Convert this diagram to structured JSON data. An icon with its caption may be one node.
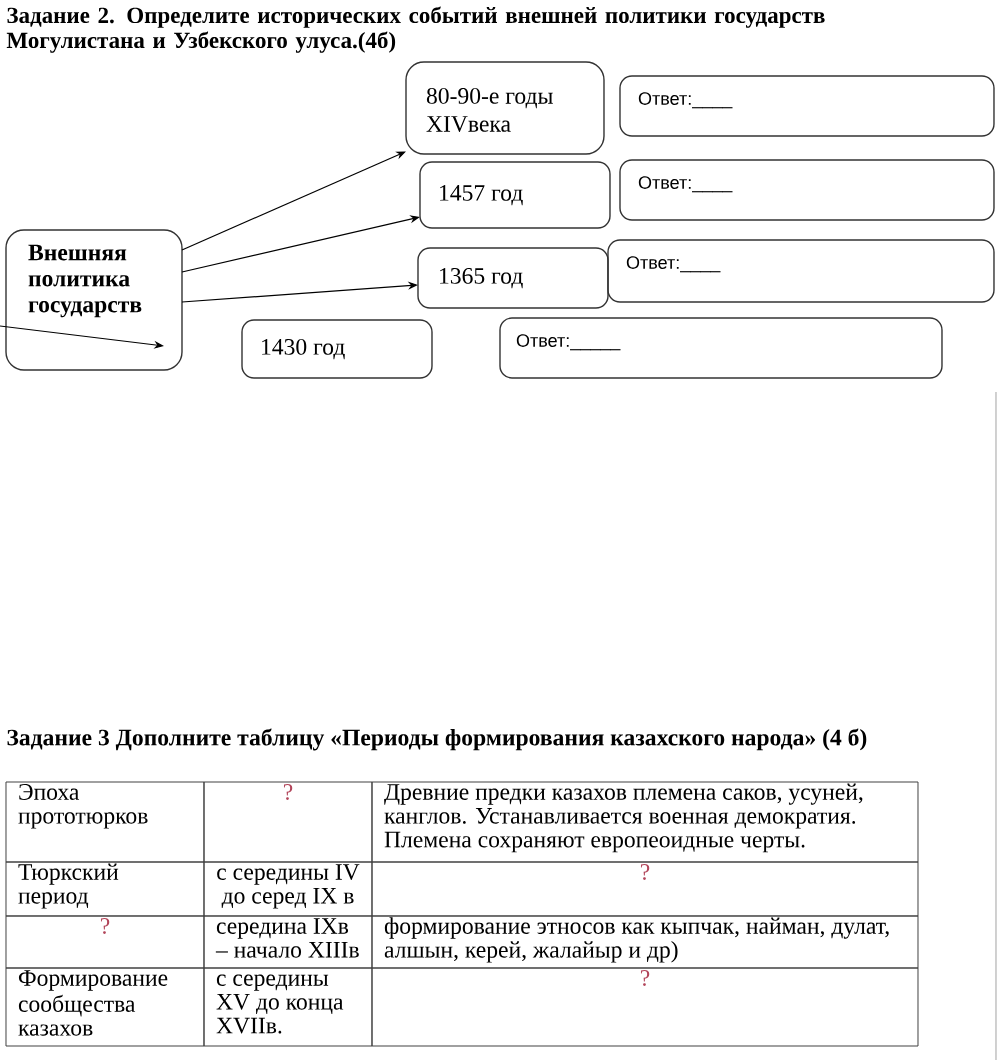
{
  "diagram": {
    "title": "Задание 2. Определите исторических событий внешней политики государств Могулистана и Узбекского улуса.(4б)",
    "nodes": [
      {
        "text": [
          "Внешняя политика государств"
        ]
      },
      {
        "text": [
          "80-90-е годы XIVвека"
        ]
      },
      {
        "text": [
          "Ответ:____"
        ]
      },
      {
        "text": [
          "1457 год"
        ]
      },
      {
        "text": [
          "Ответ:____"
        ]
      },
      {
        "text": [
          "1365 год"
        ]
      },
      {
        "text": [
          "Ответ:____"
        ]
      },
      {
        "text": [
          "1430 год"
        ]
      },
      {
        "text": [
          "Ответ:_____"
        ]
      }
    ],
    "edges": [
      {
        "from": 0,
        "to": 1,
        "arrow": "to"
      },
      {
        "from": 0,
        "to": 3,
        "arrow": "to"
      },
      {
        "from": 0,
        "to": 5,
        "arrow": "to"
      },
      {
        "from": null,
        "to": 0,
        "arrow": "to"
      }
    ],
    "labels": [
      "Задание 3 Дополните таблицу «Периоды формирования казахского народа» (4 б)",
      "Эпоха прототюрков",
      "?",
      "Древние предки казахов племена саков, усуней, канглов. Устанавливается военная демократия. Племена сохраняют европеоидные черты.",
      "Тюркский период",
      "с середины IV до серед IX в",
      "?",
      "?",
      "середина IXв – начало XIIIв",
      "формирование этносов как кыпчак, найман, дулат, алшын, керей, жалайыр и др)",
      "Формирование сообщества казахов",
      "с середины XV до конца XVIIв.",
      "?"
    ]
  }
}
